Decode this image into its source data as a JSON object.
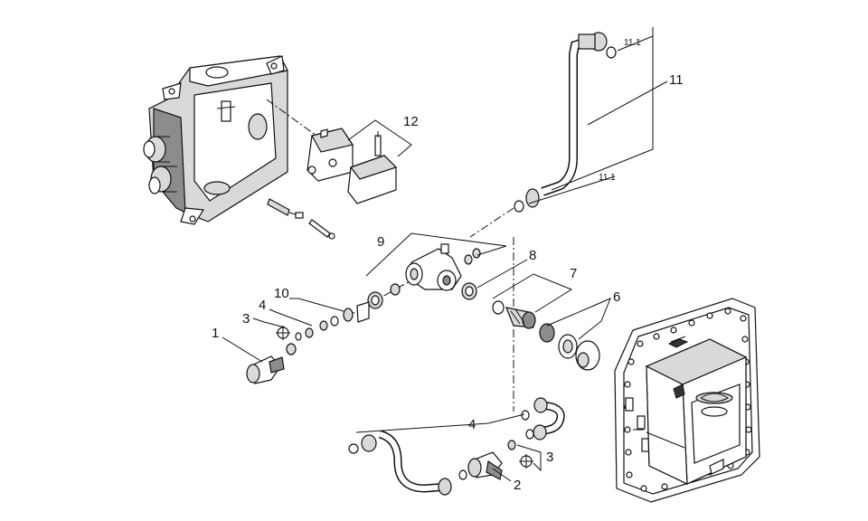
{
  "labels": {
    "p1": "1",
    "p2": "2",
    "p3a": "3",
    "p3b": "3",
    "p4a": "4",
    "p4b": "4",
    "p6": "6",
    "p7": "7",
    "p8": "8",
    "p9": "9",
    "p10": "10",
    "p11": "11",
    "p11_1a": "11.1",
    "p11_1b": "11.1",
    "p12": "12"
  },
  "colors": {
    "line": "#111111",
    "fill_light": "#d9d9d9",
    "fill_mid": "#8c8c8c",
    "background": "#ffffff"
  }
}
